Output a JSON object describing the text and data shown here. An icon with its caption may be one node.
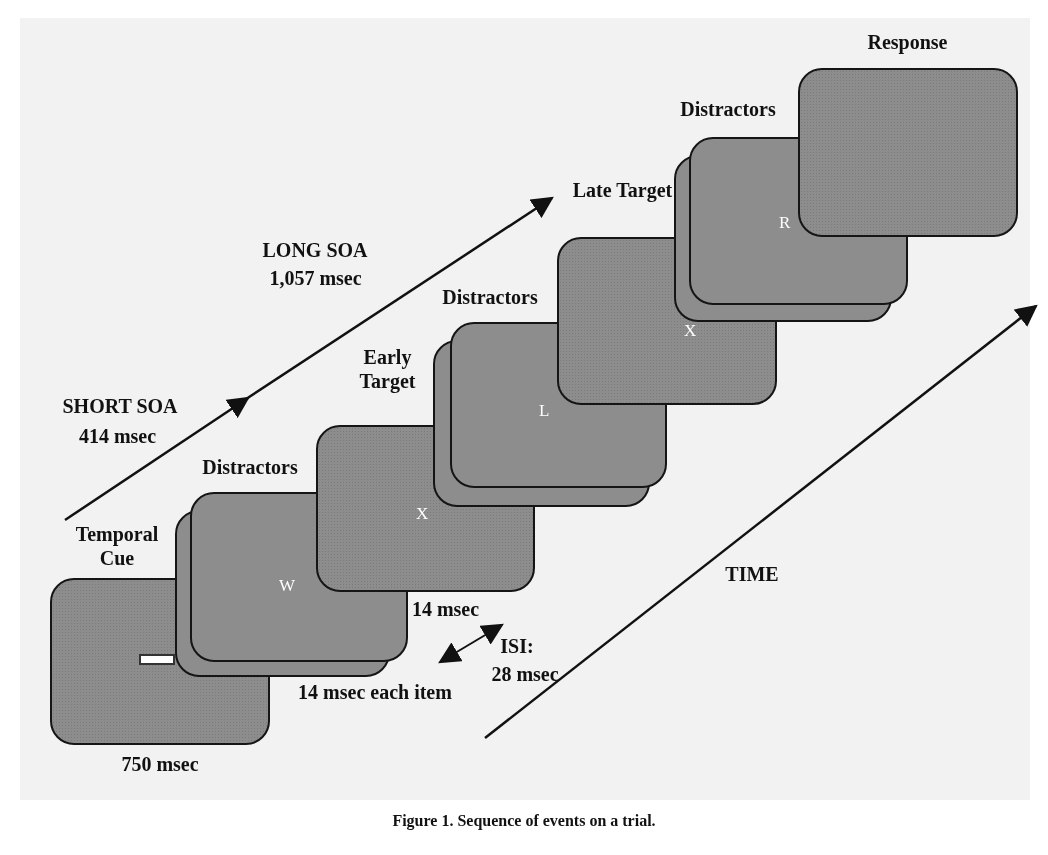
{
  "diagram": {
    "caption": "Figure 1. Sequence of events on a trial.",
    "nodes": [
      {
        "text": [
          "Temporal Cue"
        ],
        "beside": [
          "750 msec"
        ]
      },
      {
        "text": [
          "Distractors",
          "W"
        ]
      },
      {
        "text": [
          "Early Target",
          "X"
        ]
      },
      {
        "text": [
          "Distractors",
          "L"
        ]
      },
      {
        "text": [
          "Late Target",
          "X"
        ]
      },
      {
        "text": [
          "Distractors",
          "R"
        ]
      },
      {
        "text": [
          "Response"
        ]
      }
    ],
    "labels": [
      "LONG SOA",
      "1,057 msec",
      "SHORT SOA",
      "414 msec",
      "TIME",
      "14 msec",
      "ISI:",
      "28 msec",
      "14 msec each item"
    ]
  }
}
